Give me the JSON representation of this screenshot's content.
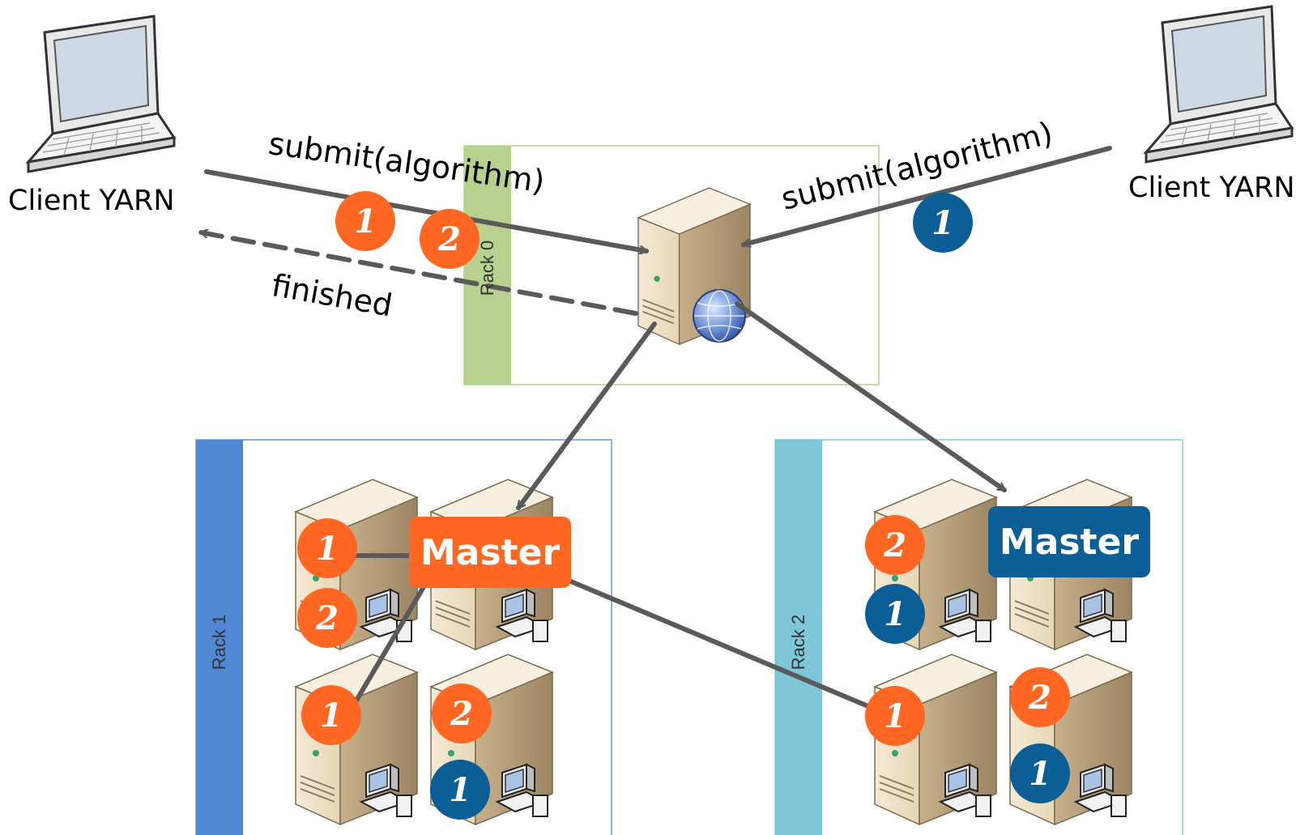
{
  "clients": {
    "left_label": "Client YARN",
    "right_label": "Client YARN"
  },
  "messages": {
    "submit_left": "submit(algorithm)",
    "submit_right": "submit(algorithm)",
    "finished": "finished"
  },
  "racks": {
    "rack0": "Rack 0",
    "rack1": "Rack 1",
    "rack2": "Rack 2"
  },
  "masters": {
    "rack1_label": "Master",
    "rack2_label": "Master"
  },
  "badges": {
    "top_left_1": "1",
    "top_left_2": "2",
    "top_right_1": "1",
    "r1_s1_1": "1",
    "r1_s1_2": "2",
    "r1_s3_1": "1",
    "r1_s4_2": "2",
    "r1_s4_1": "1",
    "r2_s1_2": "2",
    "r2_s1_1": "1",
    "r2_s3_1": "1",
    "r2_s4_2": "2",
    "r2_s4_1": "1"
  },
  "colors": {
    "job1_orange": "#ff6722",
    "job2_blue": "#0b5e96",
    "rack0": "#b9d18f",
    "rack1": "#5088d4",
    "rack2": "#7ec6d8",
    "arrow": "#5a5a5a"
  },
  "icons": [
    "laptop-icon",
    "server-icon",
    "globe-icon",
    "workstation-icon"
  ]
}
